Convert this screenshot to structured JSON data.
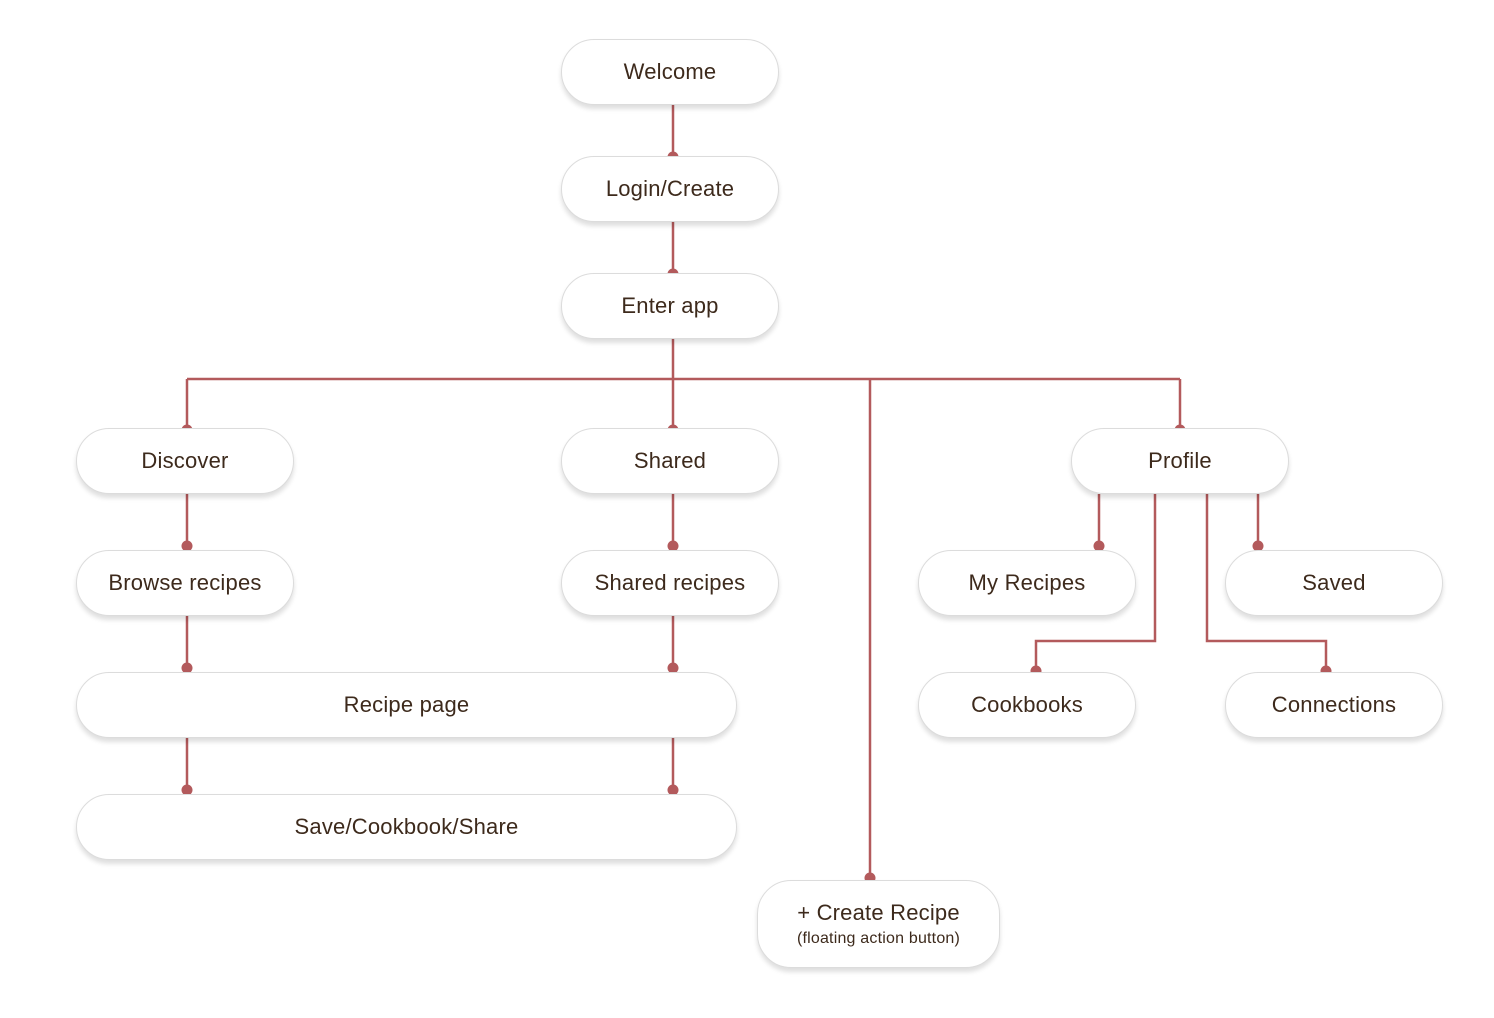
{
  "diagram": {
    "line_color": "#b35a5c",
    "text_color": "#3d2a1c",
    "node_border_color": "#dcdcdc",
    "nodes": {
      "welcome": "Welcome",
      "login": "Login/Create",
      "enter": "Enter app",
      "discover": "Discover",
      "shared": "Shared",
      "profile": "Profile",
      "browse": "Browse recipes",
      "shared_recipes": "Shared recipes",
      "my_recipes": "My Recipes",
      "saved": "Saved",
      "recipe_page": "Recipe page",
      "cookbooks": "Cookbooks",
      "connections": "Connections",
      "save_share": "Save/Cookbook/Share",
      "create_recipe": "+ Create Recipe",
      "create_recipe_note": "(floating action button)"
    },
    "edges": [
      [
        "welcome",
        "login"
      ],
      [
        "login",
        "enter"
      ],
      [
        "enter",
        "discover"
      ],
      [
        "enter",
        "shared"
      ],
      [
        "enter",
        "profile"
      ],
      [
        "enter",
        "create_recipe"
      ],
      [
        "discover",
        "browse"
      ],
      [
        "shared",
        "shared_recipes"
      ],
      [
        "browse",
        "recipe_page"
      ],
      [
        "shared_recipes",
        "recipe_page"
      ],
      [
        "recipe_page",
        "save_share"
      ],
      [
        "profile",
        "my_recipes"
      ],
      [
        "profile",
        "saved"
      ],
      [
        "profile",
        "cookbooks"
      ],
      [
        "profile",
        "connections"
      ]
    ]
  }
}
